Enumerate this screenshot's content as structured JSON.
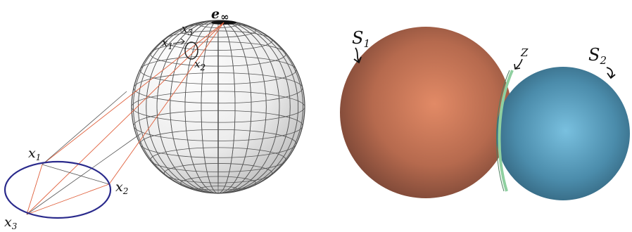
{
  "left_panel": {
    "pole_label": "e",
    "pole_subscript": "∞",
    "sphere_points": [
      {
        "label": "x",
        "sub": "1"
      },
      {
        "label": "x",
        "sub": "2"
      },
      {
        "label": "x",
        "sub": "3"
      }
    ],
    "plane_points": [
      {
        "label": "x",
        "sub": "1"
      },
      {
        "label": "x",
        "sub": "2"
      },
      {
        "label": "x",
        "sub": "3"
      }
    ],
    "colors": {
      "circle": "#2a2a8c",
      "projection_lines": "#e0603c",
      "grid": "#555555"
    }
  },
  "right_panel": {
    "sphere1": {
      "label": "S",
      "sub": "1",
      "color": "#b06048"
    },
    "sphere2": {
      "label": "S",
      "sub": "2",
      "color": "#4a8fae"
    },
    "intersection": {
      "label": "Z",
      "color": "#8fd0a0"
    }
  }
}
